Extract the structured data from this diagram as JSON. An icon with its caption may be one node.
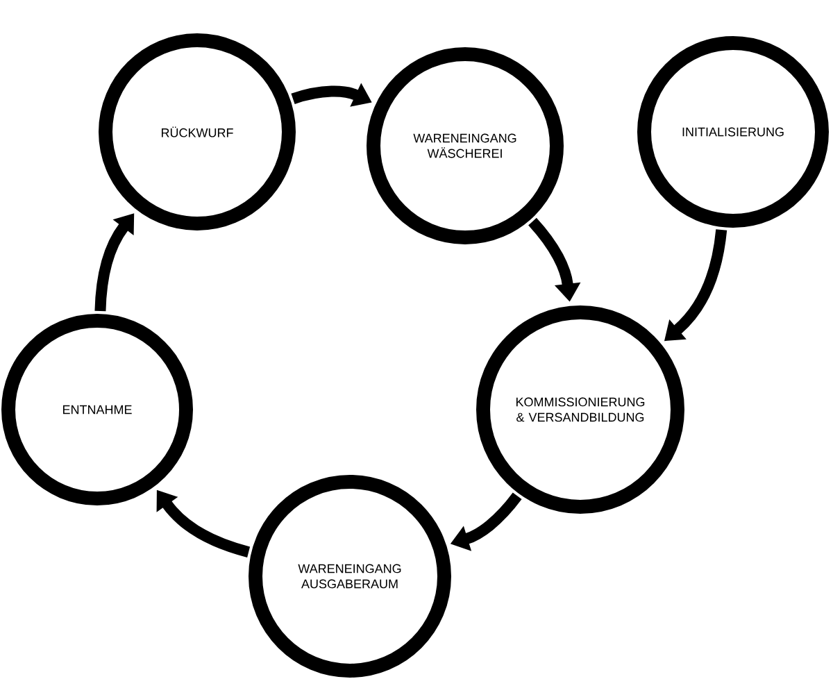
{
  "diagram": {
    "nodes": [
      {
        "text": [
          "RÜCKWURF"
        ]
      },
      {
        "text": [
          "WARENEINGANG WÄSCHEREI"
        ]
      },
      {
        "text": [
          "INITIALISIERUNG"
        ]
      },
      {
        "text": [
          "ENTNAHME"
        ]
      },
      {
        "text": [
          "KOMMISSIONIERUNG & VERSANDBILDUNG"
        ]
      },
      {
        "text": [
          "WARENEINGANG AUSGABERAUM"
        ]
      }
    ],
    "edges": [
      {
        "from": 0,
        "to": 1,
        "arrow": "to"
      },
      {
        "from": 1,
        "to": 4,
        "arrow": "to"
      },
      {
        "from": 2,
        "to": 4,
        "arrow": "to"
      },
      {
        "from": 4,
        "to": 5,
        "arrow": "to"
      },
      {
        "from": 5,
        "to": 3,
        "arrow": "to"
      },
      {
        "from": 3,
        "to": 0,
        "arrow": "to"
      }
    ]
  }
}
